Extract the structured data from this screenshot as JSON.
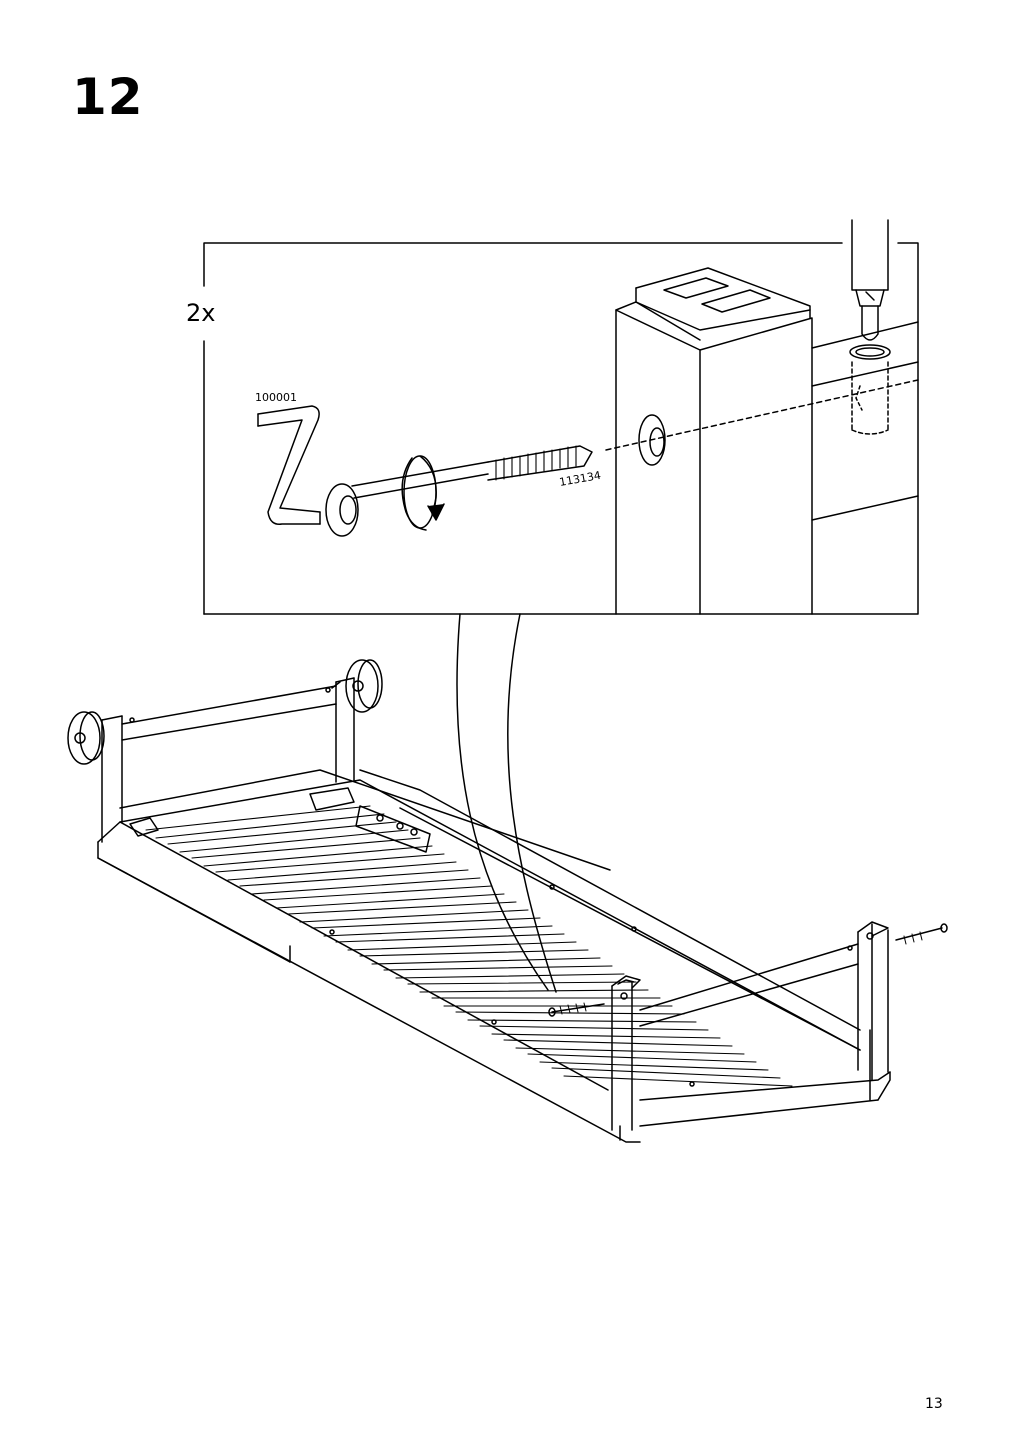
{
  "step": {
    "number": "12"
  },
  "detail": {
    "quantity": "2x",
    "parts": {
      "allen_key": "100001",
      "bolt": "113134"
    }
  },
  "page": {
    "number": "13"
  }
}
